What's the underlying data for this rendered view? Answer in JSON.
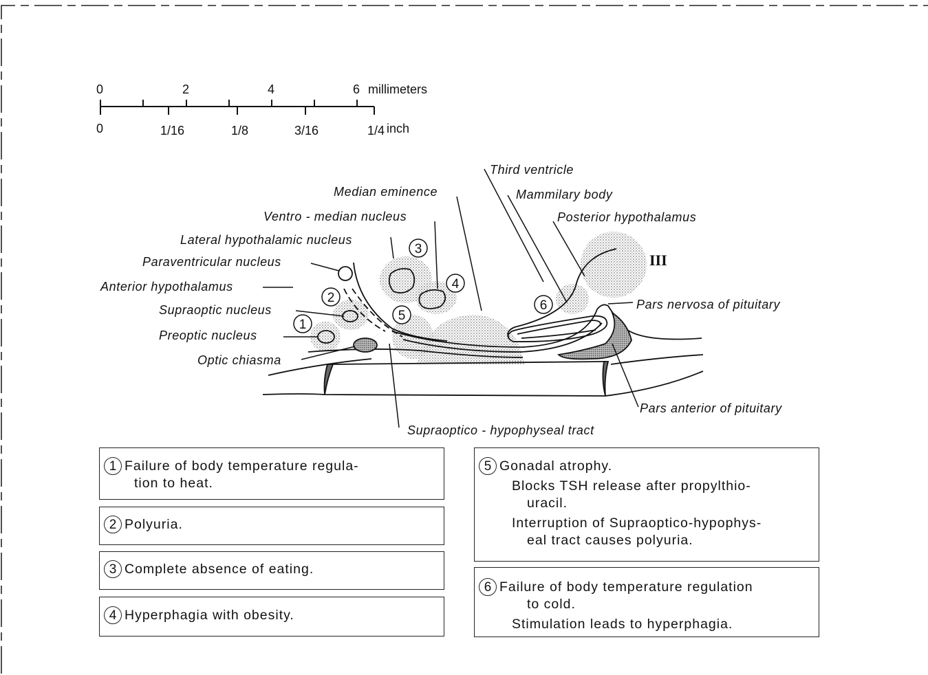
{
  "scale": {
    "mm_ticks": [
      "0",
      "2",
      "4",
      "6"
    ],
    "mm_unit": "millimeters",
    "inch_ticks": [
      "0",
      "1/16",
      "1/8",
      "3/16",
      "1/4"
    ],
    "inch_unit": "inch"
  },
  "labels": {
    "third_ventricle": "Third ventricle",
    "median_eminence": "Median eminence",
    "mammilary_body": "Mammilary body",
    "ventro_median_nucleus": "Ventro - median nucleus",
    "posterior_hypothalamus": "Posterior hypothalamus",
    "lateral_hypothalamic_nucleus": "Lateral hypothalamic nucleus",
    "paraventricular_nucleus": "Paraventricular nucleus",
    "anterior_hypothalamus": "Anterior hypothalamus",
    "supraoptic_nucleus": "Supraoptic nucleus",
    "pars_nervosa": "Pars nervosa of pituitary",
    "preoptic_nucleus": "Preoptic nucleus",
    "optic_chiasma": "Optic chiasma",
    "pars_anterior": "Pars anterior of pituitary",
    "supraoptico_tract": "Supraoptico - hypophyseal tract",
    "nerve_iii": "III"
  },
  "region_numbers": [
    "1",
    "2",
    "3",
    "4",
    "5",
    "6"
  ],
  "legend": {
    "box1": {
      "num": "1",
      "lines": [
        "Failure of body temperature regula-",
        "tion to heat."
      ]
    },
    "box2": {
      "num": "2",
      "lines": [
        "Polyuria."
      ]
    },
    "box3": {
      "num": "3",
      "lines": [
        "Complete absence of eating."
      ]
    },
    "box4": {
      "num": "4",
      "lines": [
        "Hyperphagia with obesity."
      ]
    },
    "box5": {
      "num": "5",
      "lines": [
        "Gonadal atrophy.",
        "Blocks TSH release after propylthio-",
        "uracil.",
        "Interruption of Supraoptico-hypophys-",
        "eal tract causes polyuria."
      ]
    },
    "box6": {
      "num": "6",
      "lines": [
        "Failure of body temperature regulation",
        "to cold.",
        "Stimulation leads to hyperphagia."
      ]
    }
  },
  "colors": {
    "ink": "#111111",
    "stipple": "#8a8a8a",
    "paper": "#ffffff"
  }
}
